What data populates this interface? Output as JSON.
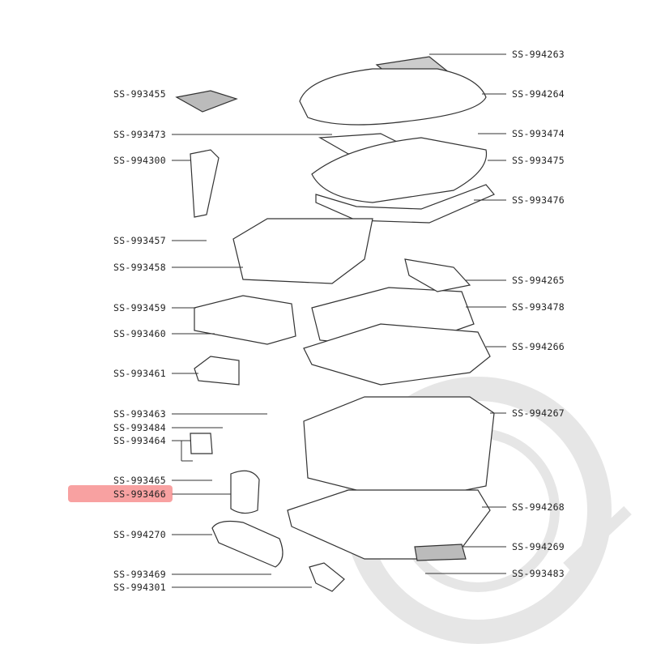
{
  "diagram": {
    "highlight_color": "#f56e6e",
    "watermark_color": "#e6e6e6",
    "highlighted_part": "SS-993466",
    "left_labels": [
      "SS-993455",
      "SS-993473",
      "SS-994300",
      "SS-993457",
      "SS-993458",
      "SS-993459",
      "SS-993460",
      "SS-993461",
      "SS-993463",
      "SS-993484",
      "SS-993464",
      "SS-993465",
      "SS-993466",
      "SS-994270",
      "SS-993469",
      "SS-994301"
    ],
    "right_labels": [
      "SS-994263",
      "SS-994264",
      "SS-993474",
      "SS-993475",
      "SS-993476",
      "SS-994265",
      "SS-993478",
      "SS-994266",
      "SS-994267",
      "SS-994268",
      "SS-994269",
      "SS-993483"
    ]
  }
}
